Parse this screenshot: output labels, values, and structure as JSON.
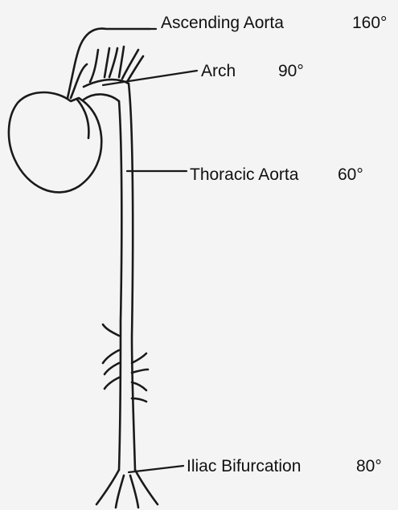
{
  "labels": [
    {
      "key": "ascending",
      "name": "Ascending Aorta",
      "angle": "160°"
    },
    {
      "key": "arch",
      "name": "Arch",
      "angle": "90°"
    },
    {
      "key": "thoracic",
      "name": "Thoracic Aorta",
      "angle": "60°"
    },
    {
      "key": "iliac",
      "name": "Iliac Bifurcation",
      "angle": "80°"
    }
  ]
}
